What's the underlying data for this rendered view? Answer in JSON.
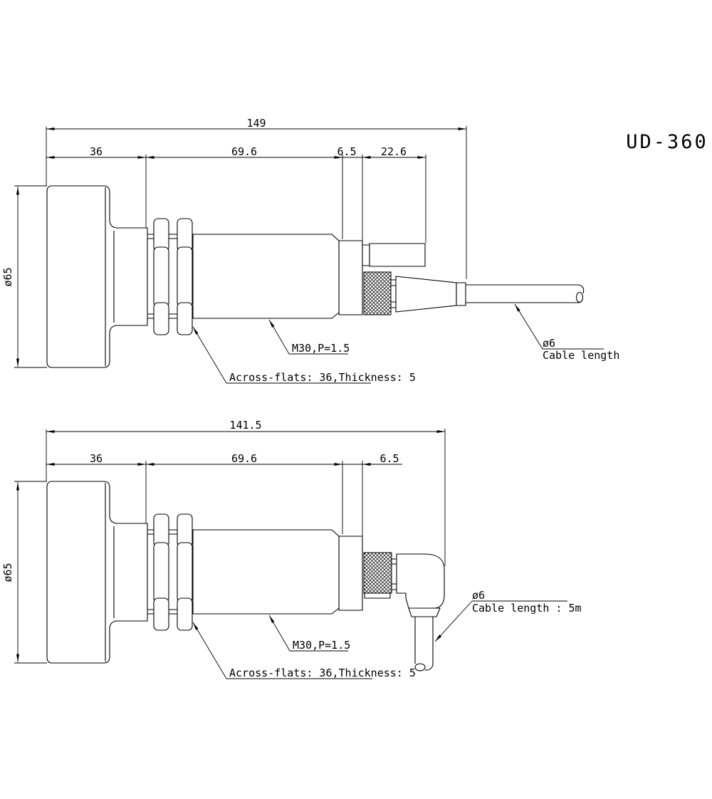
{
  "title": "UD-360",
  "colors": {
    "ink": "#000000",
    "paper": "#ffffff"
  },
  "top_view": {
    "name": "straight-connector-version",
    "dim_overall": "149",
    "dim_head": "36",
    "dim_body": "69.6",
    "dim_step": "6.5",
    "dim_connector": "22.6",
    "dim_diameter": "ø65",
    "label_thread": "M30,P=1.5",
    "label_flats": "Across-flats: 36,Thickness: 5",
    "label_cable_dia": "ø6",
    "label_cable": "Cable length"
  },
  "bottom_view": {
    "name": "right-angle-connector-version",
    "dim_overall": "141.5",
    "dim_head": "36",
    "dim_body": "69.6",
    "dim_step": "6.5",
    "dim_diameter": "ø65",
    "label_thread": "M30,P=1.5",
    "label_flats": "Across-flats: 36,Thickness: 5",
    "label_cable_dia": "ø6",
    "label_cable": "Cable length : 5m"
  }
}
